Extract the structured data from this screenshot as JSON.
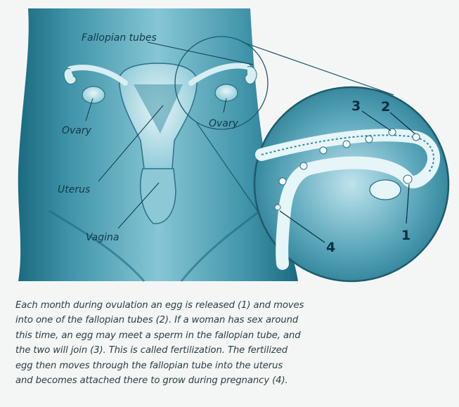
{
  "labels": {
    "fallopian_tubes": "Fallopian tubes",
    "ovary_left": "Ovary",
    "ovary_right": "Ovary",
    "uterus": "Uterus",
    "vagina": "Vagina"
  },
  "markers": [
    "1",
    "2",
    "3",
    "4"
  ],
  "caption_lines": [
    "Each month during ovulation an egg is released (1) and moves",
    "into one of the fallopian tubes (2). If a woman has sex around",
    "this time, an egg may meet a sperm in the fallopian tube, and",
    "the two will join (3). This is called fertilization. The fertilized",
    "egg then moves through the fallopian tube into the uterus",
    "and becomes attached there to grow during pregnancy (4)."
  ],
  "colors": {
    "body_dark": "#1e6f85",
    "body_light": "#a9d8e3",
    "organ": "#d7eef3",
    "ink": "#0d2f3d"
  }
}
